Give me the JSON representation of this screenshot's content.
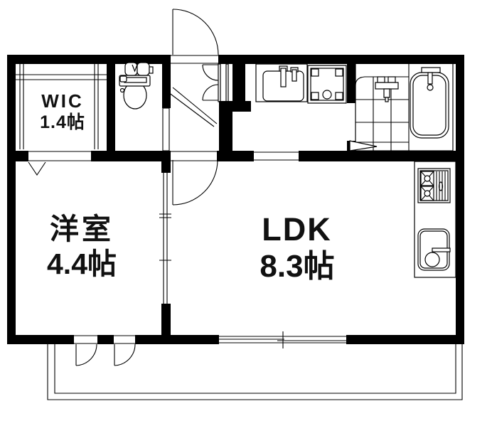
{
  "plan": {
    "type": "apartment-floor-plan",
    "rooms": {
      "wic": {
        "label": "WIC",
        "area": "1.4帖"
      },
      "western_room": {
        "label": "洋室",
        "area": "4.4帖"
      },
      "ldk": {
        "label": "LDK",
        "area": "8.3帖"
      }
    },
    "colors": {
      "wall": "#000000",
      "line": "#000000",
      "washbasin_area": "#f8f3c4",
      "bathroom": "#d9efd6",
      "kitchen": "#e1f3f8",
      "background": "#ffffff"
    },
    "fixtures": {
      "entrance": "entrance-door-icon",
      "shoe_cabinet": "shoe-cabinet-icon",
      "genkan_step": "entrance-step-lines",
      "toilet": "toilet-icon",
      "washbasin": "washbasin-icon",
      "washing_machine": "washing-machine-pan-icon",
      "bathtub": "bathtub-icon",
      "shower": "shower-faucet-icon",
      "bathroom_door": "bath-door-icon",
      "hanger_pipe": "closet-hanger-pipe",
      "wic_door": "folding-door-icon",
      "room_doors": "swing-door-arc",
      "partition": "sliding-door",
      "stove": "gas-stove-icon",
      "kitchen_sink": "kitchen-sink-icon",
      "windows": "sliding-window",
      "casement_windows": "casement-window",
      "balcony": "balcony-outline"
    }
  }
}
